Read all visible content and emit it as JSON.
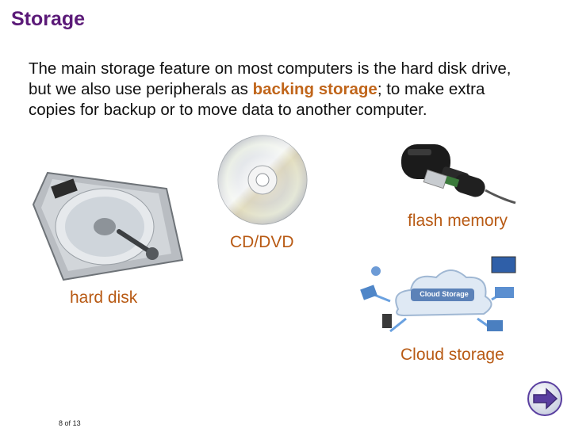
{
  "slide": {
    "title": "Storage",
    "paragraph": {
      "before": "The main storage feature on most computers is the hard disk drive, but we also use peripherals as ",
      "highlight": "backing storage",
      "after": "; to make extra copies for backup or to move data to another computer."
    },
    "labels": {
      "flash": "flash memory",
      "cd": "CD/DVD",
      "hard_disk": "hard disk",
      "cloud": "Cloud storage"
    },
    "images": {
      "cloud_badge": "Cloud Storage"
    },
    "footer": {
      "page": "8",
      "of": "of",
      "total": "13"
    }
  },
  "colors": {
    "title": "#5b1a78",
    "highlight": "#c0651a",
    "label": "#b85a14",
    "nav_button": "#5a3fa0"
  },
  "icons": {
    "nav": "arrow-right-icon"
  }
}
